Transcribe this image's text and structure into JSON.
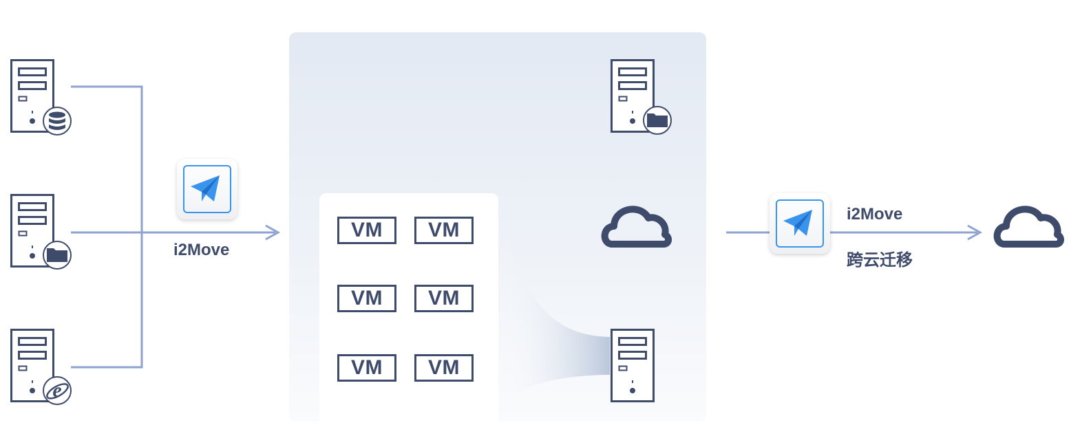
{
  "left_label": "i2Move",
  "right_label_1": "i2Move",
  "right_label_2": "跨云迁移",
  "vm_label": "VM",
  "colors": {
    "server": "#3f4b6b",
    "connector": "#8ea3cf",
    "accent_blue": "#3a94ec",
    "panel_top": "#e3e9f3"
  },
  "icons": {
    "source_servers": [
      "server-database-icon",
      "server-folder-icon",
      "server-browser-icon"
    ],
    "target": [
      "server-folder-icon",
      "cloud-icon",
      "server-icon"
    ],
    "destination": "cloud-icon",
    "app": "paper-plane-icon"
  }
}
